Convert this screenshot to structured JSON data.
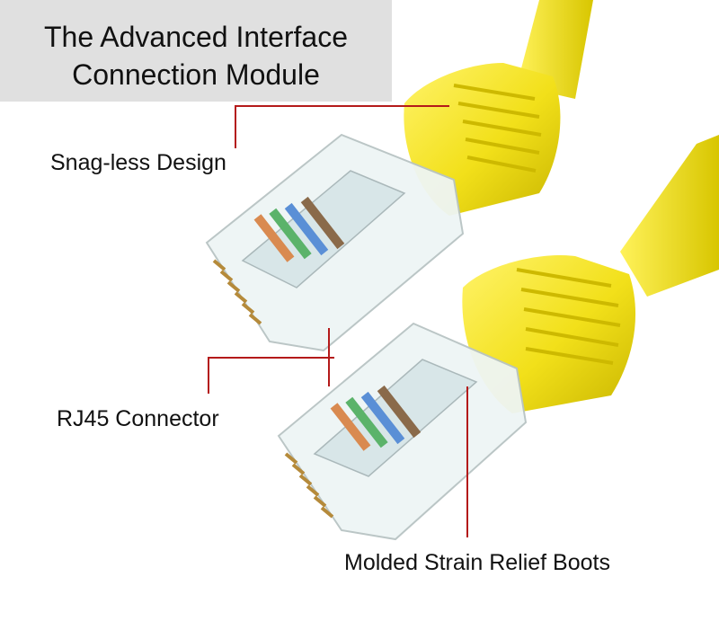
{
  "title": {
    "line1": "The Advanced Interface",
    "line2": "Connection Module"
  },
  "callouts": {
    "snagless": "Snag-less Design",
    "rj45": "RJ45 Connector",
    "boots": "Molded Strain Relief Boots"
  },
  "colors": {
    "cable": "#f2e01a",
    "cable_shadow": "#cfbd00",
    "callout_line": "#b41a1a",
    "title_bg": "#e0e0e0"
  },
  "icons": [
    "rj45-plug-icon"
  ]
}
